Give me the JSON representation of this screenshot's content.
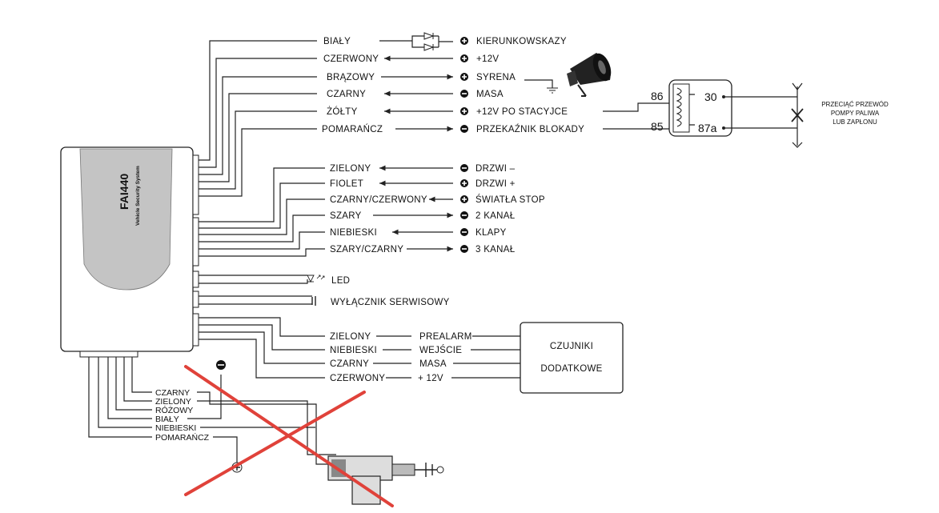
{
  "unit": {
    "model": "FAI440",
    "subtitle": "Vehicle Security System"
  },
  "top_wires": [
    {
      "color": "BIAŁY",
      "symbol": "plus",
      "target": "KIERUNKOWSKAZY",
      "dir": "out",
      "diodes": true
    },
    {
      "color": "CZERWONY",
      "symbol": "plus",
      "target": "+12V",
      "dir": "in"
    },
    {
      "color": "BRĄZOWY",
      "symbol": "plus",
      "target": "SYRENA",
      "dir": "out"
    },
    {
      "color": "CZARNY",
      "symbol": "minus",
      "target": "MASA",
      "dir": "in"
    },
    {
      "color": "ŻÓŁTY",
      "symbol": "plus",
      "target": "+12V PO STACYJCE",
      "dir": "in"
    },
    {
      "color": "POMARAŃCZ",
      "symbol": "minus",
      "target": "PRZEKAŹNIK BLOKADY",
      "dir": "out"
    }
  ],
  "relay": {
    "pins": [
      "86",
      "85",
      "30",
      "87a"
    ],
    "note": [
      "PRZECIĄĆ PRZEWÓD",
      "POMPY PALIWA",
      "LUB ZAPŁONU"
    ]
  },
  "mid_wires": [
    {
      "color": "ZIELONY",
      "symbol": "minus",
      "target": "DRZWI –",
      "dir": "in"
    },
    {
      "color": "FIOLET",
      "symbol": "plus",
      "target": "DRZWI +",
      "dir": "in"
    },
    {
      "color": "CZARNY/CZERWONY",
      "symbol": "plus",
      "target": "ŚWIATŁA STOP",
      "dir": "in"
    },
    {
      "color": "SZARY",
      "symbol": "minus",
      "target": "2 KANAŁ",
      "dir": "out"
    },
    {
      "color": "NIEBIESKI",
      "symbol": "minus",
      "target": "KLAPY",
      "dir": "in"
    },
    {
      "color": "SZARY/CZARNY",
      "symbol": "minus",
      "target": "3 KANAŁ",
      "dir": "out"
    }
  ],
  "led": {
    "label": "LED"
  },
  "service_switch": {
    "label": "WYŁĄCZNIK SERWISOWY"
  },
  "sensor_wires": [
    {
      "color": "ZIELONY",
      "function": "PREALARM"
    },
    {
      "color": "NIEBIESKI",
      "function": "WEJŚCIE"
    },
    {
      "color": "CZARNY",
      "function": "MASA"
    },
    {
      "color": "CZERWONY",
      "function": "+ 12V"
    }
  ],
  "sensor_box": {
    "line1": "CZUJNIKI",
    "line2": "DODATKOWE"
  },
  "bottom_wires": [
    "CZARNY",
    "ZIELONY",
    "RÓŻOWY",
    "BIAŁY",
    "NIEBIESKI",
    "POMARAŃCZ"
  ],
  "colors": {
    "cross": "#e0423a",
    "housing": "#c4c4c4",
    "line": "#222222"
  }
}
